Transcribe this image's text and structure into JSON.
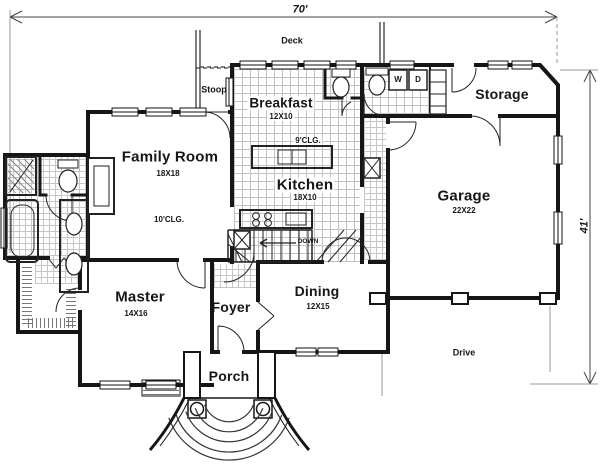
{
  "dimensions": {
    "overall_width": "70'",
    "overall_height": "41'"
  },
  "labels": {
    "deck": "Deck",
    "stoop": "Stoop",
    "drive": "Drive",
    "down": "DOWN",
    "washer": "W",
    "dryer": "D"
  },
  "rooms": {
    "breakfast": {
      "name": "Breakfast",
      "size": "12X10",
      "ceiling": "9'CLG."
    },
    "family_room": {
      "name": "Family Room",
      "size": "18X18",
      "ceiling": "10'CLG."
    },
    "kitchen": {
      "name": "Kitchen",
      "size": "18X10"
    },
    "storage": {
      "name": "Storage"
    },
    "garage": {
      "name": "Garage",
      "size": "22X22"
    },
    "master": {
      "name": "Master",
      "size": "14X16"
    },
    "foyer": {
      "name": "Foyer"
    },
    "dining": {
      "name": "Dining",
      "size": "12X15"
    },
    "porch": {
      "name": "Porch"
    }
  }
}
